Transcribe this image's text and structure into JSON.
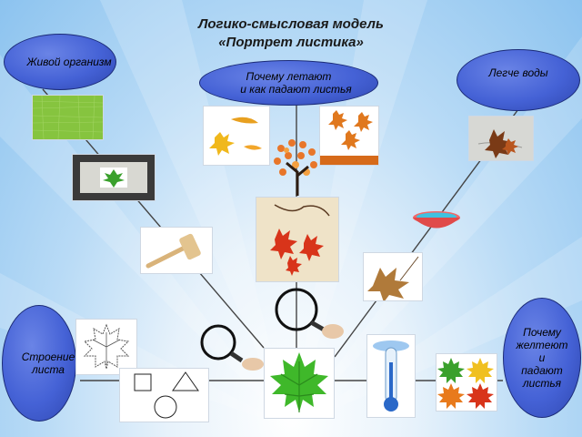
{
  "slide": {
    "title_line1": "Логико-смысловая модель",
    "title_line2": "«Портрет листика»"
  },
  "nodes": {
    "living_organism": "Живой организм",
    "lighter_than_water": "Легче воды",
    "why_fly_fall_line1": "Почему летают",
    "why_fly_fall_line2": "и как падают листья",
    "leaf_structure_line1": "Строение",
    "leaf_structure_line2": "листа",
    "why_yellow_line1": "Почему",
    "why_yellow_line2": "желтеют",
    "why_yellow_line3": "и",
    "why_yellow_line4": "падают",
    "why_yellow_line5": "листья"
  },
  "colors": {
    "node_fill": "#4562d6",
    "node_border": "#1c2c78",
    "connector": "#444444",
    "background": "#8cc3ef"
  },
  "icons": [
    "green-texture-icon",
    "leaf-in-frame-icon",
    "hammer-icon",
    "falling-leaves-icon",
    "autumn-tree-icon",
    "autumn-leaves-icon",
    "red-maple-branch-icon",
    "leaf-on-water-icon",
    "water-bowl-icon",
    "dry-leaf-icon",
    "magnifier-icon",
    "leaf-outline-icon",
    "geometric-shapes-icon",
    "green-maple-leaf-icon",
    "thermometer-icon",
    "colored-leaves-icon"
  ]
}
